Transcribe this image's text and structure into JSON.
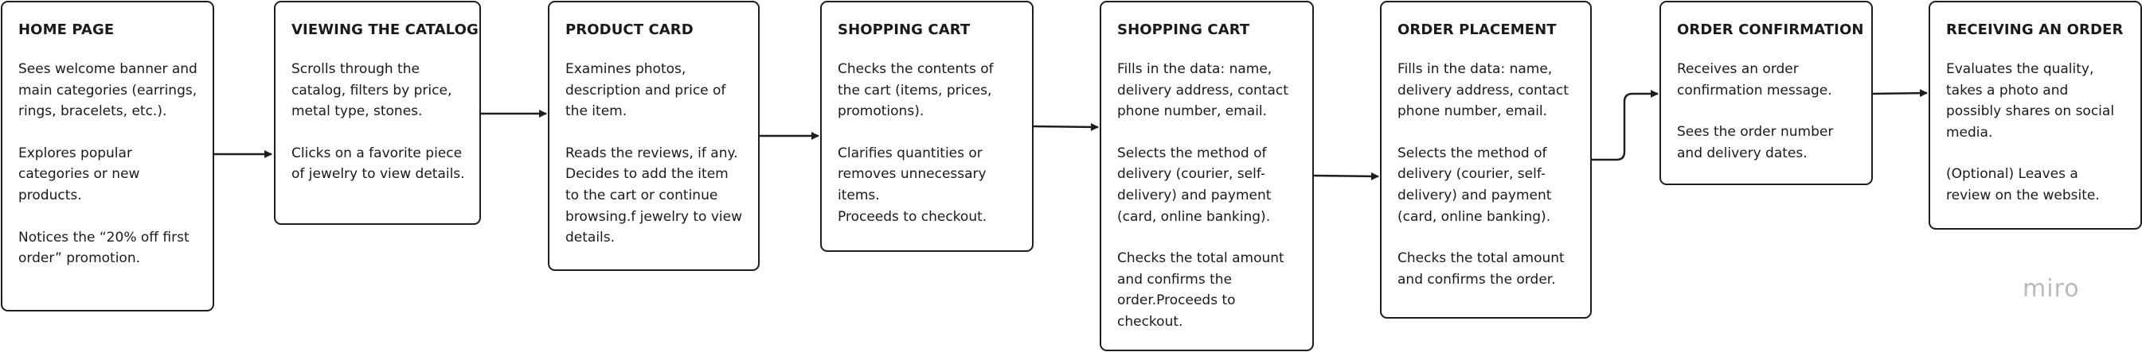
{
  "steps": [
    {
      "title": "HOME PAGE",
      "paragraphs": [
        "Sees welcome banner and main categories (earrings, rings, bracelets, etc.).",
        "Explores popular categories or new products.",
        "Notices the “20% off first order” promotion."
      ]
    },
    {
      "title": "VIEWING THE CATALOG",
      "paragraphs": [
        "Scrolls through the catalog, filters by price, metal type, stones.",
        "Clicks on a favorite piece of jewelry to view details."
      ]
    },
    {
      "title": "PRODUCT CARD",
      "paragraphs": [
        "Examines photos, description and price of the item.",
        "Reads the reviews, if any.",
        "Decides to add the item to the cart or continue browsing.f jewelry to view details."
      ]
    },
    {
      "title": "SHOPPING CART",
      "paragraphs": [
        "Checks the contents of the cart (items, prices, promotions).",
        "Clarifies quantities or removes unnecessary items.",
        "Proceeds to checkout."
      ]
    },
    {
      "title": "SHOPPING CART",
      "paragraphs": [
        "Fills in the data: name, delivery address, contact phone number, email.",
        "Selects the method of delivery (courier, self-delivery) and payment (card, online banking).",
        "Checks the total amount and confirms the order.Proceeds to checkout."
      ]
    },
    {
      "title": "ORDER PLACEMENT",
      "paragraphs": [
        "Fills in the data: name, delivery address, contact phone number, email.",
        "Selects the method of delivery (courier, self-delivery) and payment (card, online banking).",
        "Checks the total amount and confirms the order."
      ]
    },
    {
      "title": "ORDER CONFIRMATION",
      "paragraphs": [
        "Receives an order confirmation message.",
        "Sees the order number and delivery dates."
      ]
    },
    {
      "title": "RECEIVING AN ORDER",
      "paragraphs": [
        "Evaluates the quality, takes a photo and possibly shares on social media.",
        "(Optional) Leaves a review on the website."
      ]
    }
  ],
  "watermark": "miro",
  "colors": {
    "stroke": "#1e1e1e",
    "text": "#1a1a1a",
    "watermark": "#b9b9c1",
    "background": "#ffffff"
  }
}
